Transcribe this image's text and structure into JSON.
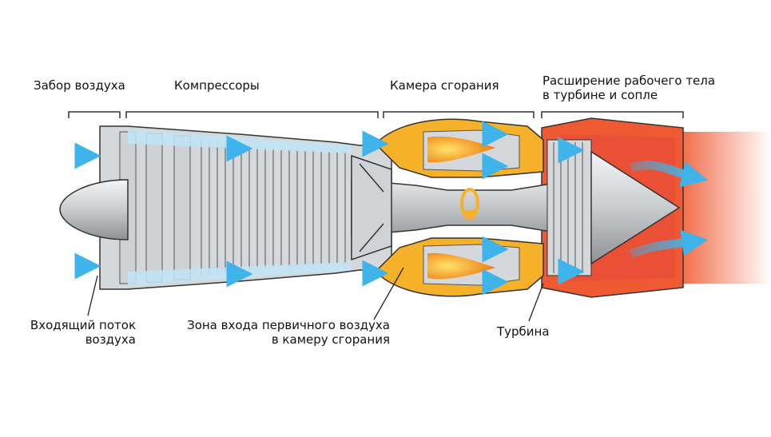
{
  "labels": {
    "air_intake": "Забор воздуха",
    "compressors": "Компрессоры",
    "combustion_chamber": "Камера сгорания",
    "expansion_line1": "Расширение рабочего тела",
    "expansion_line2": "в турбине и сопле",
    "inlet_flow_line1": "Входящий поток",
    "inlet_flow_line2": "воздуха",
    "primary_air_line1": "Зона входа первичного воздуха",
    "primary_air_line2": "в камеру сгорания",
    "turbine": "Турбина"
  },
  "colors": {
    "airflow": "#3fb4ea",
    "casing_orange": "#ef5a32",
    "combustor_yellow": "#f6b12a",
    "flame": "#f07b23",
    "metal": "#cfd2d4"
  }
}
